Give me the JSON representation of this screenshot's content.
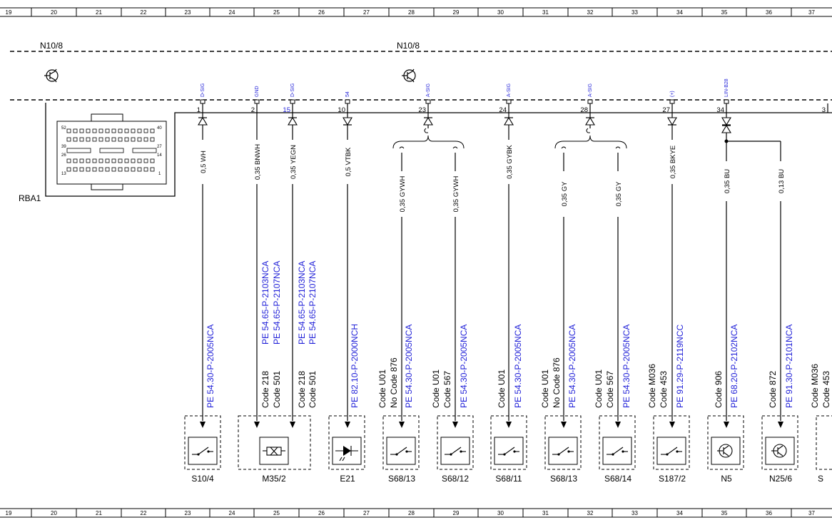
{
  "ruler": [
    "19",
    "20",
    "21",
    "22",
    "23",
    "24",
    "25",
    "26",
    "27",
    "28",
    "29",
    "30",
    "31",
    "32",
    "33",
    "34",
    "35",
    "36",
    "37"
  ],
  "control_units": {
    "left_label": "N10/8",
    "right_label": "N10/8"
  },
  "connector_label": "RBA1",
  "connector_pin_labels": {
    "p52": "52",
    "p40": "40",
    "p39": "39",
    "p27": "27",
    "p26": "26",
    "p14": "14",
    "p13": "13",
    "p1": "1"
  },
  "pins": [
    {
      "sig": "D-SIG",
      "pin": "1",
      "wire": "0,5 WH"
    },
    {
      "sig": "GND",
      "pin": "2",
      "wire": "0,35 BNWH"
    },
    {
      "sig": "D-SIG",
      "pin": "15",
      "wire": "0,35 YEGN"
    },
    {
      "sig": "54",
      "pin": "10",
      "wire": "0,5 VTBK"
    },
    {
      "sig": "A-SIG",
      "pin": "23",
      "wire1": "0,35 GYWH",
      "wire2": "0,35 GYWH"
    },
    {
      "sig": "A-SIG",
      "pin": "24",
      "wire": "0,35 GYBK"
    },
    {
      "sig": "A-SIG",
      "pin": "28",
      "wire1": "0,35 GY",
      "wire2": "0,35 GY"
    },
    {
      "sig": "(+)",
      "pin": "27",
      "wire": "0,35 BKYE"
    },
    {
      "sig": "LIN-B28",
      "pin": "34",
      "wire1": "0,35 BU",
      "wire2": "0,13 BU"
    },
    {
      "pin": "3"
    }
  ],
  "columns": [
    {
      "id": "S10/4",
      "black": [],
      "blue": [
        "PE 54.30-P-2005NCA"
      ]
    },
    {
      "id": "M35/2",
      "black": [
        "Code 218",
        "Code 501"
      ],
      "blue": [
        "PE 54.65-P-2103NCA",
        "PE 54.65-P-2107NCA"
      ]
    },
    {
      "id": "M35/2b",
      "black": [
        "Code 218",
        "Code 501"
      ],
      "blue": [
        "PE 54.65-P-2103NCA",
        "PE 54.65-P-2107NCA"
      ]
    },
    {
      "id": "E21",
      "black": [],
      "blue": [
        "PE 82.10-P-2000NCH"
      ]
    },
    {
      "id": "S68/13a",
      "black": [
        "Code U01",
        "No Code 876"
      ],
      "blue": [
        "PE 54.30-P-2005NCA"
      ]
    },
    {
      "id": "S68/12",
      "black": [
        "Code U01",
        "Code 567"
      ],
      "blue": [
        "PE 54.30-P-2005NCA"
      ]
    },
    {
      "id": "S68/11",
      "black": [
        "Code U01"
      ],
      "blue": [
        "PE 54.30-P-2005NCA"
      ]
    },
    {
      "id": "S68/13b",
      "black": [
        "Code U01",
        "No Code 876"
      ],
      "blue": [
        "PE 54.30-P-2005NCA"
      ]
    },
    {
      "id": "S68/14",
      "black": [
        "Code U01",
        "Code 567"
      ],
      "blue": [
        "PE 54.30-P-2005NCA"
      ]
    },
    {
      "id": "S187/2",
      "black": [
        "Code M036",
        "Code 453"
      ],
      "blue": [
        "PE 91.29-P-2119NCC"
      ]
    },
    {
      "id": "N5",
      "black": [
        "Code 906"
      ],
      "blue": [
        "PE 68.20-P-2102NCA"
      ]
    },
    {
      "id": "N25/6",
      "black": [
        "Code 872"
      ],
      "blue": [
        "PE 91.30-P-2101NCA"
      ]
    },
    {
      "id": "edge",
      "black": [
        "Code M036",
        "Code 453"
      ],
      "blue": []
    }
  ],
  "components": [
    "S10/4",
    "M35/2",
    "E21",
    "S68/13",
    "S68/12",
    "S68/11",
    "S68/13",
    "S68/14",
    "S187/2",
    "N5",
    "N25/6",
    "S"
  ],
  "colors": {
    "blue_text": "#1f1fd8",
    "line": "#000000"
  }
}
